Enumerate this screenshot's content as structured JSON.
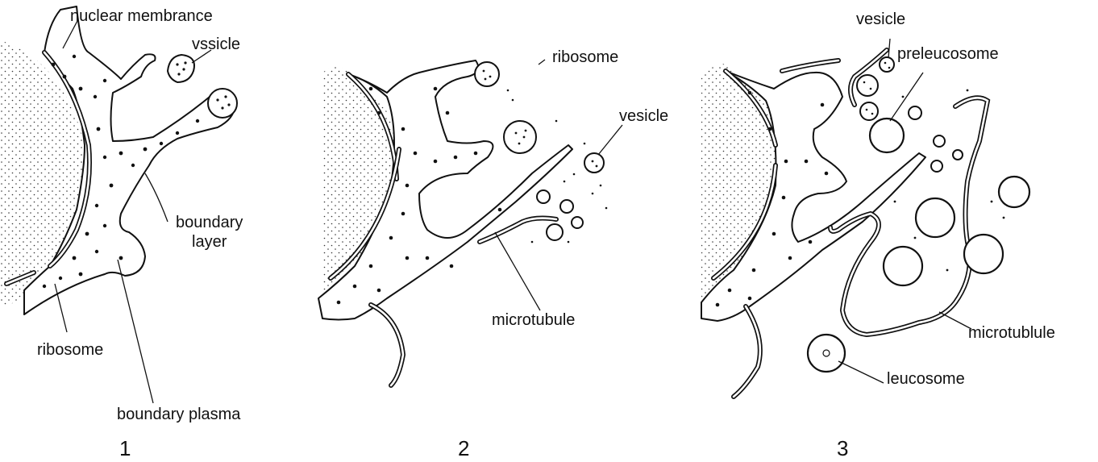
{
  "panels": [
    {
      "number": "1",
      "labels": {
        "nuclear_membrane": "nuclear membrance",
        "vesicle": "vssicle",
        "boundary_layer_line1": "boundary",
        "boundary_layer_line2": "layer",
        "ribosome": "ribosome",
        "boundary_plasma": "boundary plasma"
      }
    },
    {
      "number": "2",
      "labels": {
        "ribosome": "ribosome",
        "vesicle": "vesicle",
        "microtubule": "microtubule"
      }
    },
    {
      "number": "3",
      "labels": {
        "vesicle": "vesicle",
        "preleucosome": "preleucosome",
        "microtubule": "microtublule",
        "leucosome": "leucosome"
      }
    }
  ]
}
